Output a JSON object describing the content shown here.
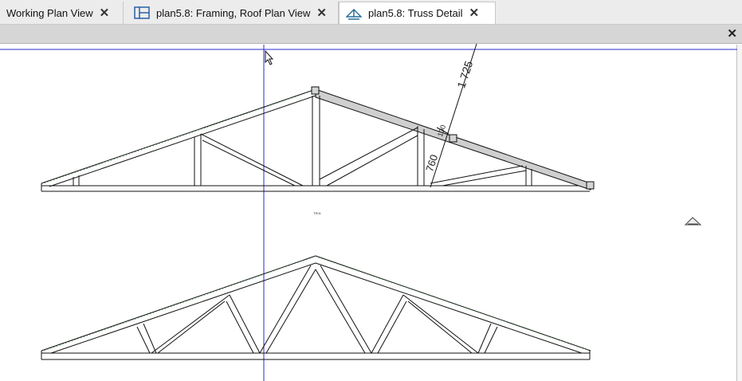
{
  "tabs": [
    {
      "label": "Working Plan View",
      "close": "✕",
      "icon": "none",
      "active": false
    },
    {
      "label": "plan5.8: Framing, Roof Plan View",
      "close": "✕",
      "icon": "framing-plan-icon",
      "active": false
    },
    {
      "label": "plan5.8: Truss Detail",
      "close": "✕",
      "icon": "truss-detail-icon",
      "active": true
    }
  ],
  "toolbar": {
    "close": "✕"
  },
  "drawing": {
    "dimension_long": "1 725",
    "dimension_short_1": "100",
    "dimension_short_2": "760",
    "truss_tag": "TR01",
    "colors": {
      "lines": "#111111",
      "guide": "#2a2ad0",
      "top_chord_shading": "#cfcfcf",
      "grip_fill": "#d4d4d4",
      "green_edge": "#2e7d32"
    }
  }
}
